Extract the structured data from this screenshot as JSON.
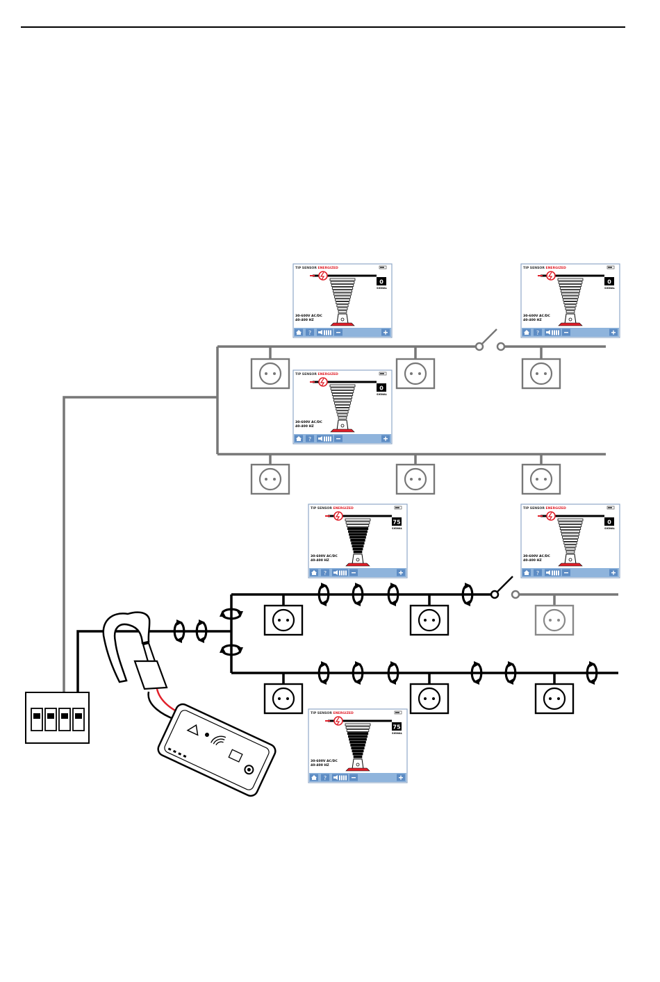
{
  "screen_template": {
    "title_prefix": "TIP SENSOR",
    "title_status": "ENERGIZED",
    "signal_label": "SIGNAL",
    "range_line1": "30-600V AC/DC",
    "range_line2": "40-400 HZ"
  },
  "screens": [
    {
      "id": "screen-upper-1",
      "signal": "0"
    },
    {
      "id": "screen-upper-2",
      "signal": "0"
    },
    {
      "id": "screen-upper-3",
      "signal": "0"
    },
    {
      "id": "screen-lower-1",
      "signal": "75"
    },
    {
      "id": "screen-lower-2",
      "signal": "0"
    },
    {
      "id": "screen-lower-3",
      "signal": "75"
    }
  ],
  "colors": {
    "energized": "#e0202a",
    "screen_bar": "#8fb4dc",
    "wire_dead": "#777777",
    "wire_live": "#000000"
  }
}
